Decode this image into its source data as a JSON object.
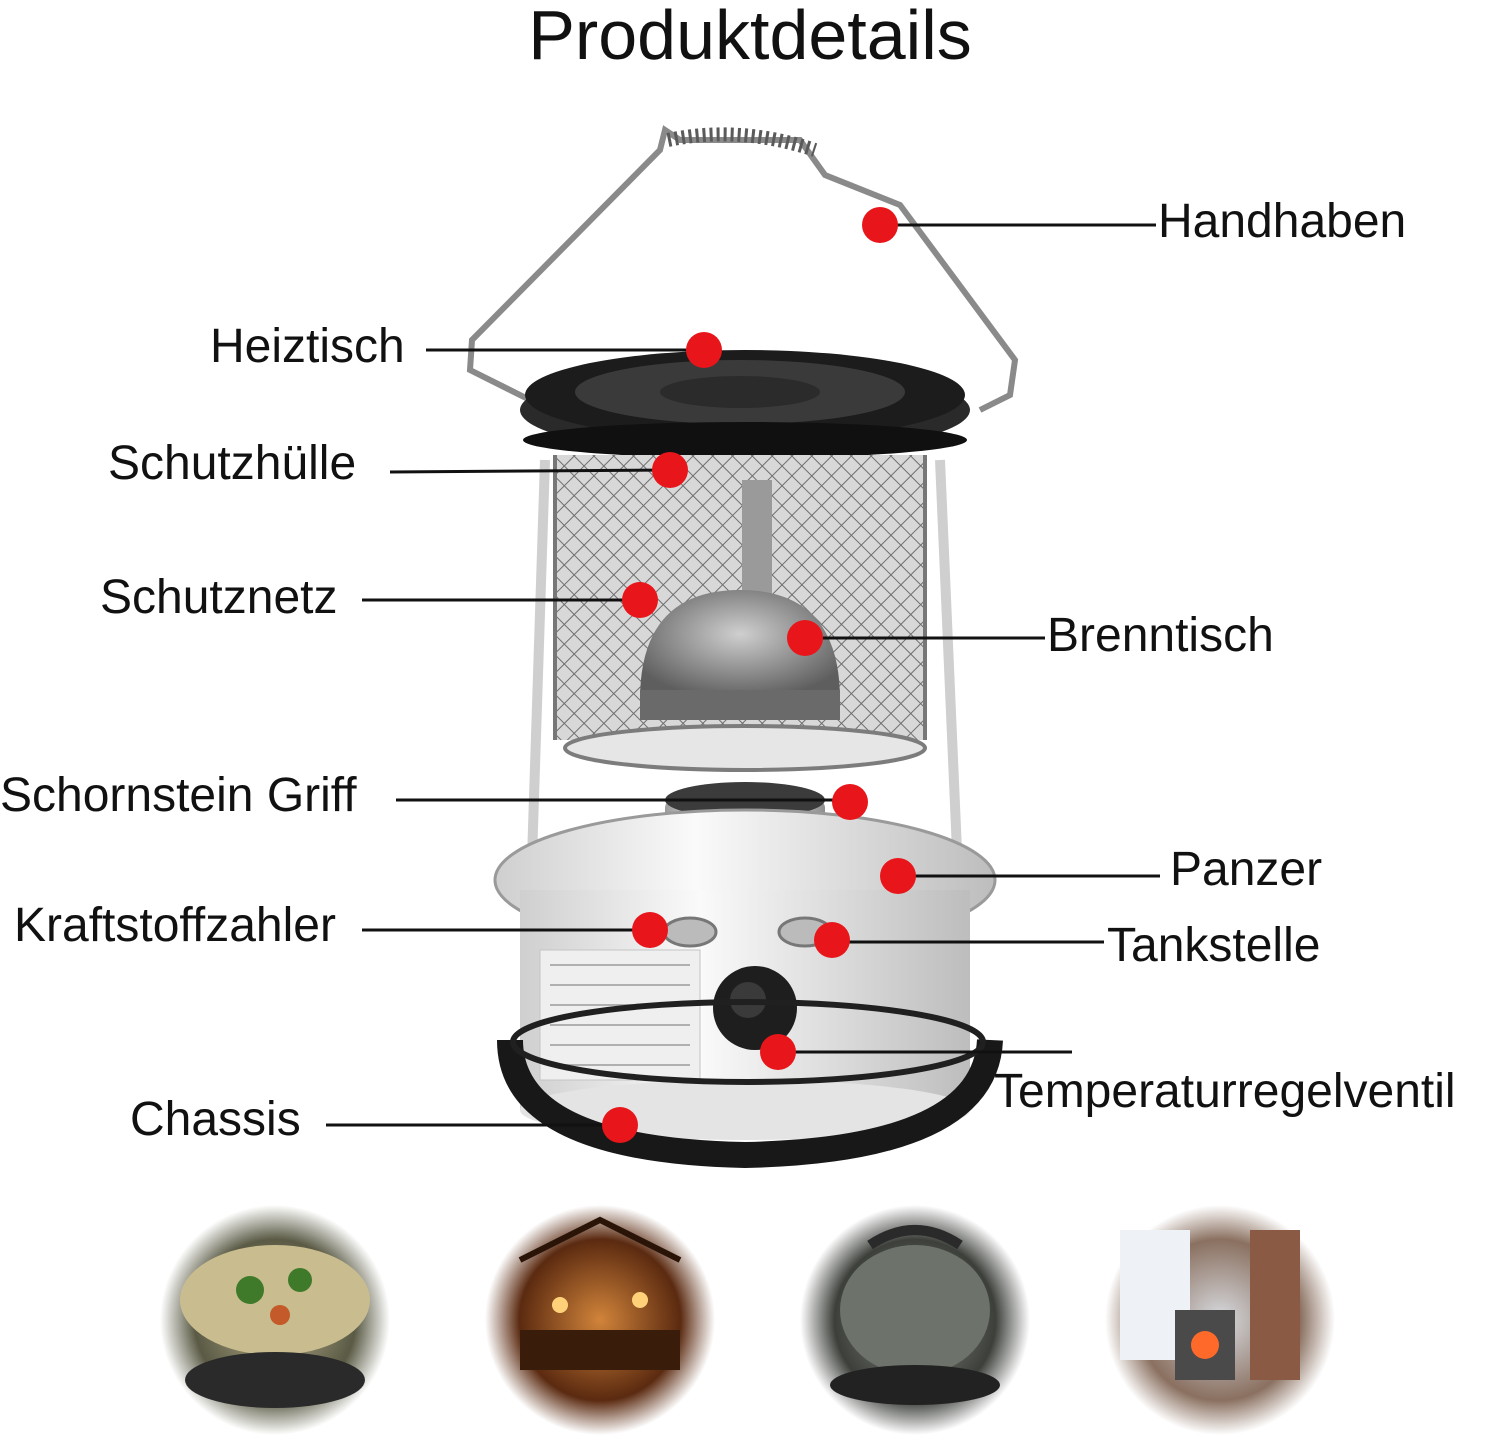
{
  "title": "Produktdetails",
  "labels": {
    "handle": "Handhaben",
    "heating_table": "Heiztisch",
    "protective_cover": "Schutzhülle",
    "protective_net": "Schutznetz",
    "burner_table": "Brenntisch",
    "chimney_handle": "Schornstein Griff",
    "tank": "Panzer",
    "fuel_gauge": "Kraftstoffzahler",
    "filling_point": "Tankstelle",
    "temperature_valve": "Temperaturregelventil",
    "chassis": "Chassis"
  },
  "colors": {
    "marker": "#e8161b",
    "leader": "#111111",
    "metal": "#c9c9c9",
    "dark": "#1c1c1c"
  },
  "photos": [
    {
      "icon": "soup-pot-photo"
    },
    {
      "icon": "tent-camp-photo"
    },
    {
      "icon": "kettle-photo"
    },
    {
      "icon": "window-heater-photo"
    }
  ]
}
